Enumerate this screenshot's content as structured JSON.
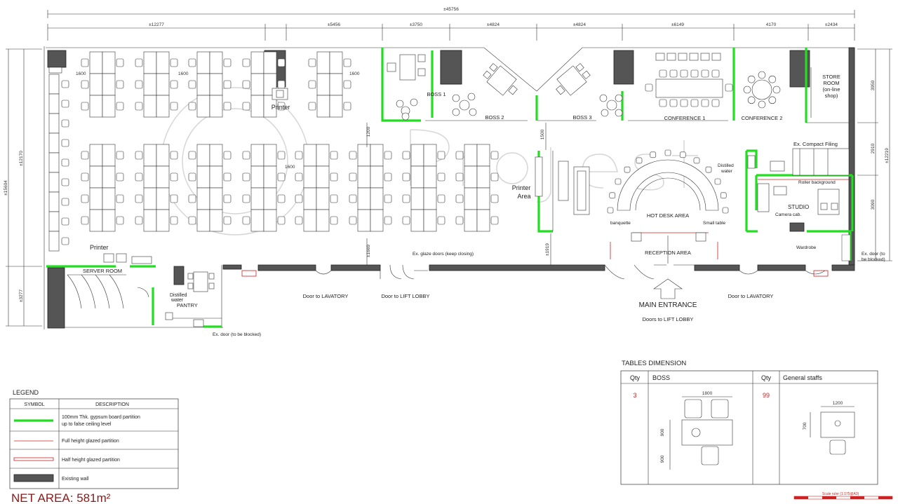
{
  "overall_dimension": "±45756",
  "top_dimensions": [
    "±12277",
    "±5456",
    "±3750",
    "±4824",
    "±4824",
    "±6149",
    "4170",
    "±2434"
  ],
  "left_dimensions": [
    "±15604",
    "±12170",
    "±3277"
  ],
  "right_dimensions": [
    "3950",
    "±12219",
    "2910",
    "3090"
  ],
  "inner_dimensions": [
    "1200",
    "1500",
    "±1669",
    "±1919",
    "1600",
    "1600",
    "1600",
    "1600"
  ],
  "rooms": {
    "boss1": "BOSS 1",
    "boss2": "BOSS 2",
    "boss3": "BOSS 3",
    "conference1": "CONFERENCE 1",
    "conference2": "CONFERENCE 2",
    "store_room_l1": "STORE",
    "store_room_l2": "ROOM",
    "store_room_l3": "(on-line",
    "store_room_l4": "shop)",
    "printer_top": "Printer",
    "printer_left": "Printer",
    "printer_area_l1": "Printer",
    "printer_area_l2": "Area",
    "hot_desk": "HOT DESK AREA",
    "banquette": "banquette",
    "small_table": "Small table",
    "reception": "RECEPTION AREA",
    "server_room": "SERVER ROOM",
    "pantry": "PANTRY",
    "distilled_water_l1": "Distilled",
    "distilled_water_l2": "water",
    "distilled_water2_l1": "Distilled",
    "distilled_water2_l2": "water",
    "studio": "STUDIO",
    "camera_cab": "Camera cab.",
    "roller_background": "Roller background",
    "ex_compact_filing": "Ex. Compact Filing",
    "wardrobe": "Wardrobe"
  },
  "doors": {
    "lavatory_left": "Door to LAVATORY",
    "lift_lobby": "Door to LIFT LOBBY",
    "main_entrance": "MAIN ENTRANCE",
    "lift_lobby_2": "Doors to LIFT LOBBY",
    "lavatory_right": "Door to LAVATORY",
    "glaze_doors": "Ex. glaze doors (keep closing)",
    "ex_door_blocked_1": "Ex. door (to be blocked)",
    "ex_door_blocked_2_l1": "Ex. door (to",
    "ex_door_blocked_2_l2": "be blocked)"
  },
  "legend": {
    "title": "LEGEND",
    "col_symbol": "SYMBOL",
    "col_description": "DESCRIPTION",
    "item1_l1": "100mm Thk. gypsum board partition",
    "item1_l2": "up to false ceiling level",
    "item2": "Full height glazed partition",
    "item3": "Half height glazed partition",
    "item4": "Existing wall"
  },
  "net_area": "NET AREA: 581m²",
  "tables": {
    "title": "TABLES DIMENSION",
    "qty_label_1": "Qty",
    "boss_label": "BOSS",
    "qty_label_2": "Qty",
    "staff_label": "General staffs",
    "boss_qty": "3",
    "staff_qty": "99",
    "boss_width": "1800",
    "boss_depth": "900",
    "boss_clear": "900",
    "staff_width": "1200",
    "staff_depth": "700"
  },
  "scale_note": "Scale ruler (1:175@A3)",
  "colors": {
    "gypsum_partition": "#22dd22",
    "glazed_partition": "#cc2222",
    "existing_wall": "#555555",
    "net_area_text": "#8b1a1a"
  }
}
